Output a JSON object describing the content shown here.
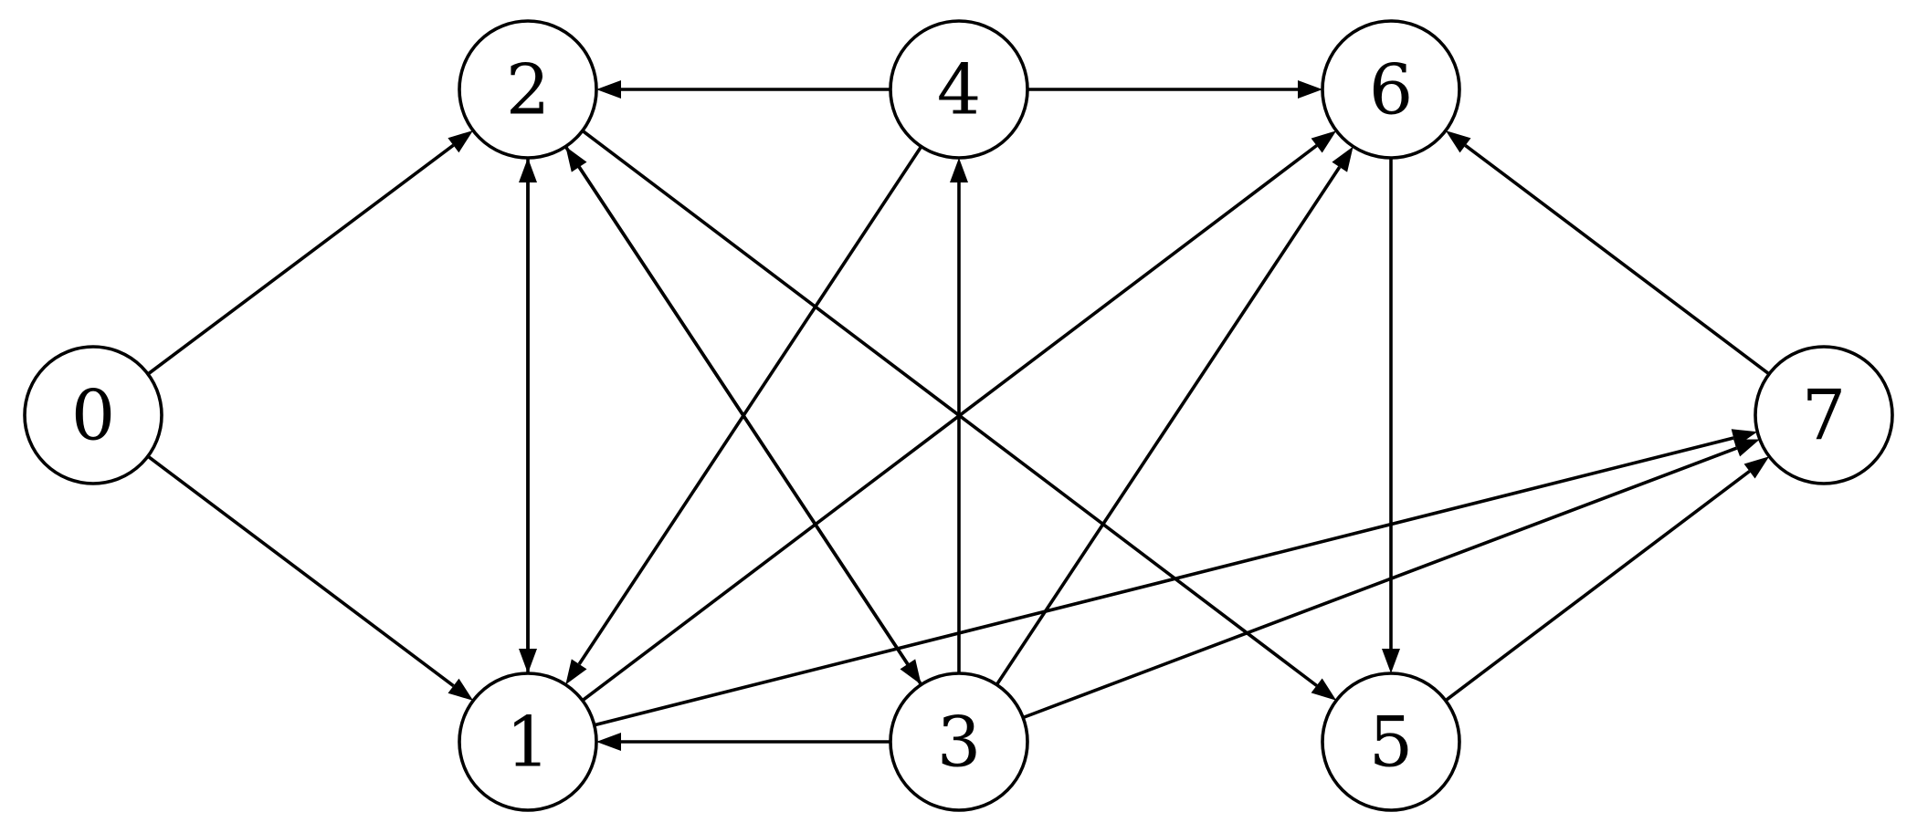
{
  "graph": {
    "directed": true,
    "nodes": [
      {
        "id": "0",
        "label": "0"
      },
      {
        "id": "1",
        "label": "1"
      },
      {
        "id": "2",
        "label": "2"
      },
      {
        "id": "3",
        "label": "3"
      },
      {
        "id": "4",
        "label": "4"
      },
      {
        "id": "5",
        "label": "5"
      },
      {
        "id": "6",
        "label": "6"
      },
      {
        "id": "7",
        "label": "7"
      }
    ],
    "edges": [
      {
        "from": "0",
        "to": "2"
      },
      {
        "from": "0",
        "to": "1"
      },
      {
        "from": "2",
        "to": "1"
      },
      {
        "from": "1",
        "to": "2"
      },
      {
        "from": "4",
        "to": "2"
      },
      {
        "from": "4",
        "to": "6"
      },
      {
        "from": "4",
        "to": "1"
      },
      {
        "from": "3",
        "to": "4"
      },
      {
        "from": "3",
        "to": "2"
      },
      {
        "from": "2",
        "to": "3"
      },
      {
        "from": "2",
        "to": "5"
      },
      {
        "from": "1",
        "to": "6"
      },
      {
        "from": "1",
        "to": "7"
      },
      {
        "from": "3",
        "to": "1"
      },
      {
        "from": "3",
        "to": "6"
      },
      {
        "from": "3",
        "to": "7"
      },
      {
        "from": "6",
        "to": "5"
      },
      {
        "from": "7",
        "to": "6"
      },
      {
        "from": "5",
        "to": "7"
      }
    ]
  }
}
